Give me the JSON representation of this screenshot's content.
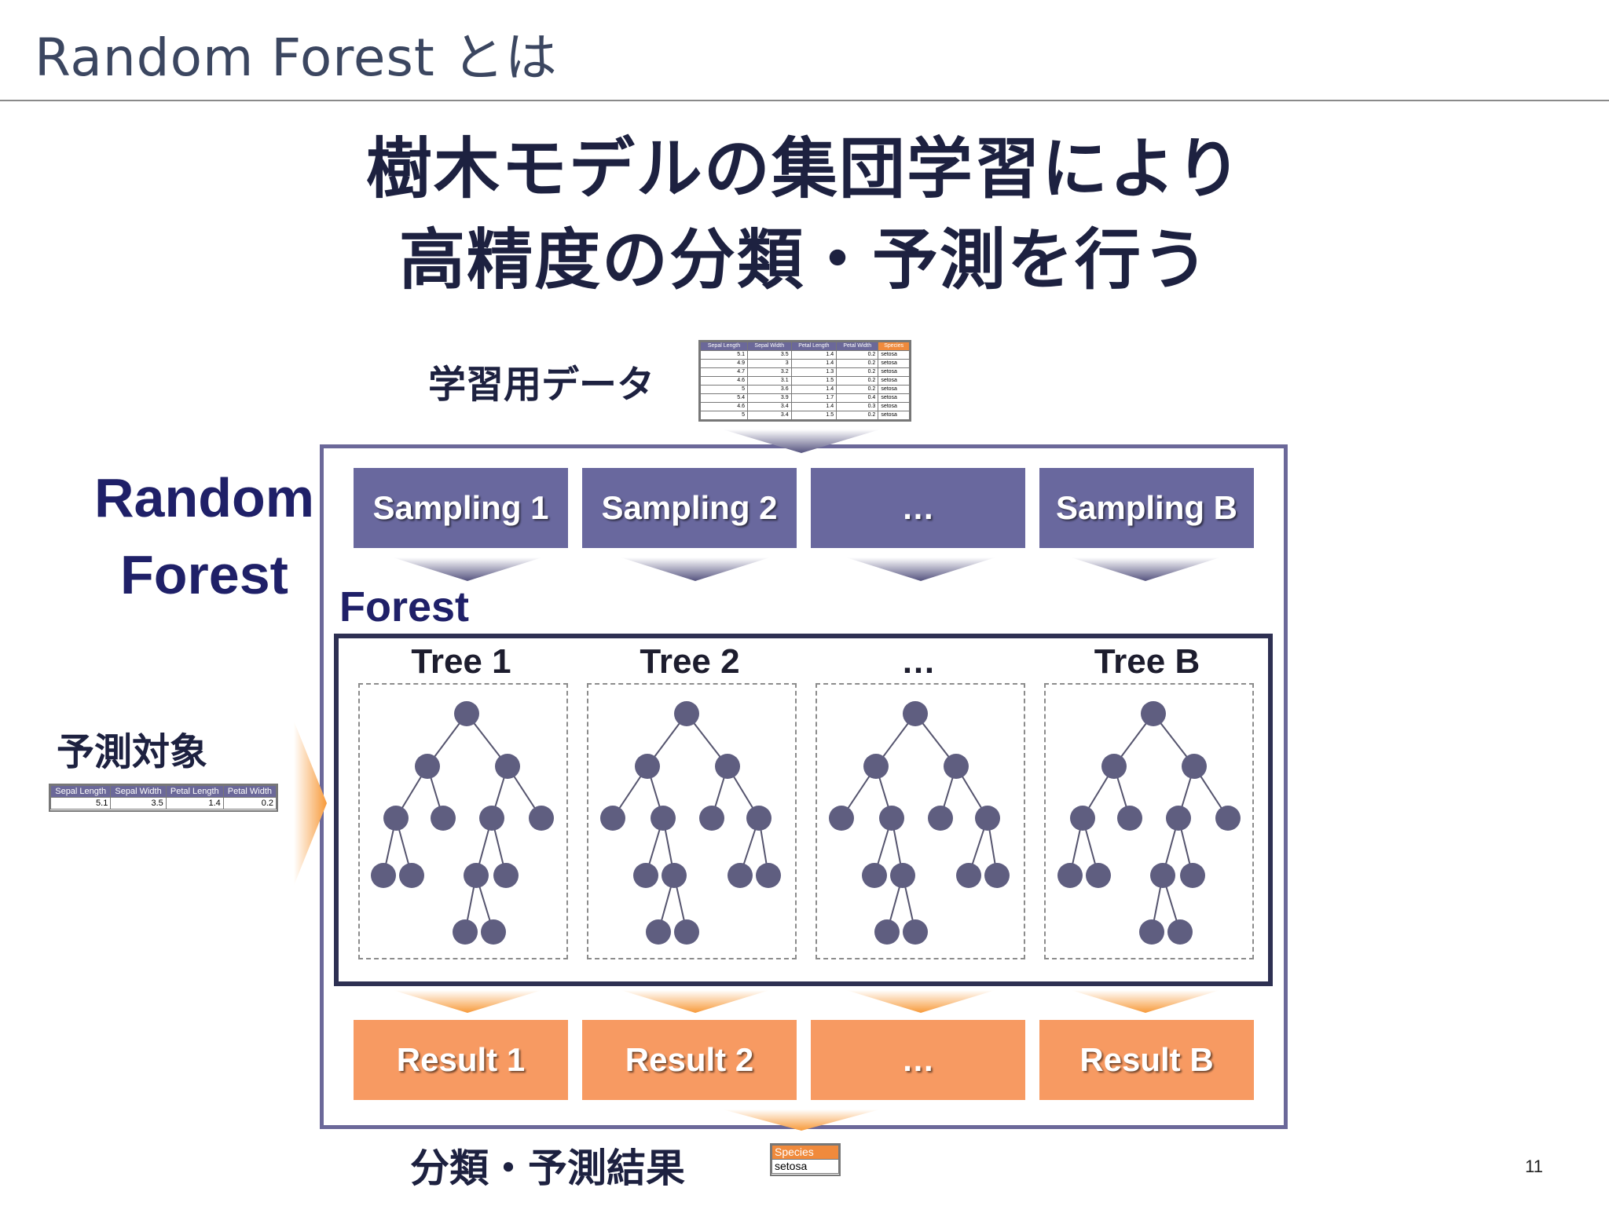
{
  "title": "Random Forest とは",
  "headline": [
    "樹木モデルの集団学習により",
    "高精度の分類・予測を行う"
  ],
  "training_data_label": "学習用データ",
  "training_table": {
    "headers": [
      "Sepal Length",
      "Sepal Width",
      "Petal Length",
      "Petal Width",
      "Species"
    ],
    "rows": [
      [
        "5.1",
        "3.5",
        "1.4",
        "0.2",
        "setosa"
      ],
      [
        "4.9",
        "3",
        "1.4",
        "0.2",
        "setosa"
      ],
      [
        "4.7",
        "3.2",
        "1.3",
        "0.2",
        "setosa"
      ],
      [
        "4.6",
        "3.1",
        "1.5",
        "0.2",
        "setosa"
      ],
      [
        "5",
        "3.6",
        "1.4",
        "0.2",
        "setosa"
      ],
      [
        "5.4",
        "3.9",
        "1.7",
        "0.4",
        "setosa"
      ],
      [
        "4.6",
        "3.4",
        "1.4",
        "0.3",
        "setosa"
      ],
      [
        "5",
        "3.4",
        "1.5",
        "0.2",
        "setosa"
      ]
    ]
  },
  "rf_label": [
    "Random",
    "Forest"
  ],
  "samplings": [
    "Sampling 1",
    "Sampling 2",
    "…",
    "Sampling B"
  ],
  "forest_label": "Forest",
  "trees": [
    "Tree 1",
    "Tree 2",
    "…",
    "Tree B"
  ],
  "results": [
    "Result 1",
    "Result 2",
    "…",
    "Result B"
  ],
  "predict_target_label": "予測対象",
  "predict_table": {
    "headers": [
      "Sepal Length",
      "Sepal Width",
      "Petal Length",
      "Petal Width"
    ],
    "row": [
      "5.1",
      "3.5",
      "1.4",
      "0.2"
    ]
  },
  "result_label": "分類・予測結果",
  "result_table": {
    "header": "Species",
    "value": "setosa"
  },
  "page_number": "11",
  "colors": {
    "band_blue": "#69689e",
    "band_orange": "#f79a62",
    "tree_node": "#5f5e80",
    "title_text": "#3b4660",
    "heading": "#1d2140"
  }
}
